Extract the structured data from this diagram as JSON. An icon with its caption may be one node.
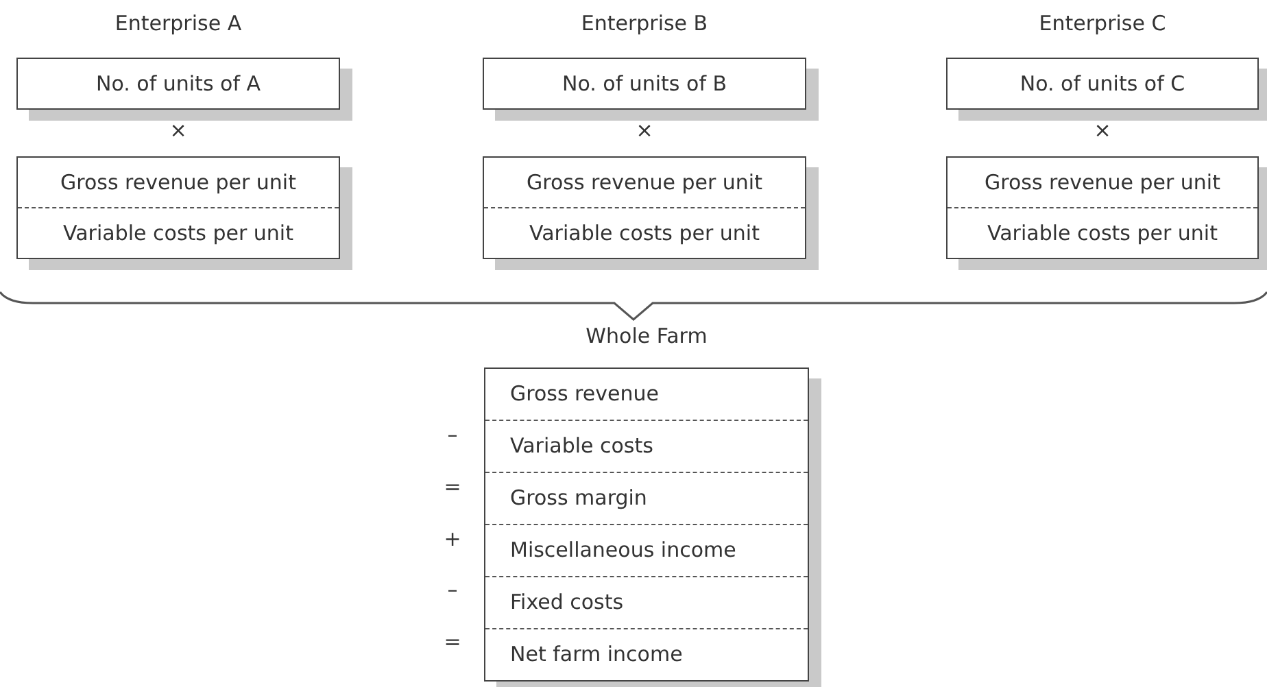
{
  "diagram": {
    "nodes": [
      {
        "text": [
          "Enterprise A",
          "No. of units of A"
        ]
      },
      {
        "text": [
          "Gross revenue per unit",
          "Variable costs per unit"
        ]
      },
      {
        "text": [
          "Enterprise B",
          "No. of units of B"
        ]
      },
      {
        "text": [
          "Gross revenue per unit",
          "Variable costs per unit"
        ]
      },
      {
        "text": [
          "Enterprise C",
          "No. of units of C"
        ]
      },
      {
        "text": [
          "Gross revenue per unit",
          "Variable costs per unit"
        ]
      },
      {
        "text": [
          "Whole Farm",
          "Gross revenue",
          "Variable costs",
          "Gross margin",
          "Miscellaneous income",
          "Fixed costs",
          "Net farm income"
        ]
      }
    ],
    "labels": [
      "×",
      "×",
      "×",
      "–",
      "=",
      "+",
      "–",
      "="
    ]
  }
}
